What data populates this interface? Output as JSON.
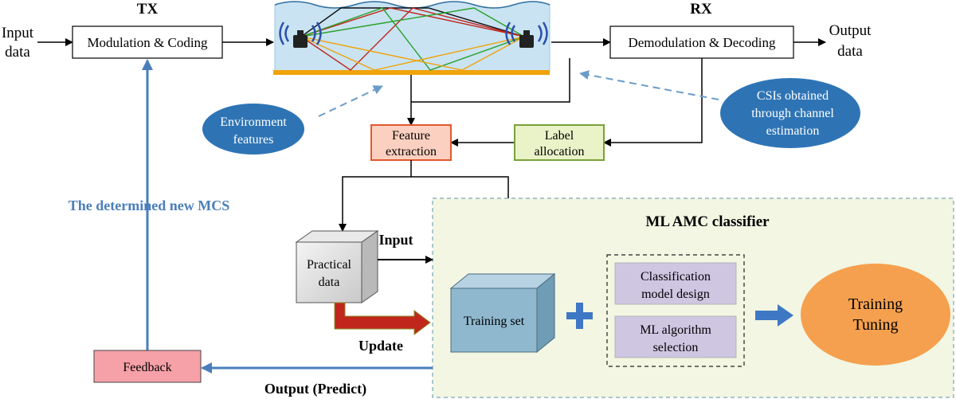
{
  "labels": {
    "tx": "TX",
    "rx": "RX",
    "input_data_line1": "Input",
    "input_data_line2": "data",
    "output_data_line1": "Output",
    "output_data_line2": "data",
    "modulation_coding": "Modulation & Coding",
    "demodulation_decoding": "Demodulation & Decoding",
    "environment_features_line1": "Environment",
    "environment_features_line2": "features",
    "csi_line1": "CSIs obtained",
    "csi_line2": "through channel",
    "csi_line3": "estimation",
    "feature_extraction_line1": "Feature",
    "feature_extraction_line2": "extraction",
    "label_allocation_line1": "Label",
    "label_allocation_line2": "allocation",
    "determined_mcs": "The determined new MCS",
    "ml_amc_classifier": "ML AMC classifier",
    "input_arrow": "Input",
    "practical_data_line1": "Practical",
    "practical_data_line2": "data",
    "update": "Update",
    "training_set": "Training set",
    "plus": "+",
    "classification_model_line1": "Classification",
    "classification_model_line2": "model design",
    "ml_algorithm_line1": "ML algorithm",
    "ml_algorithm_line2": "selection",
    "training_line1": "Training",
    "training_line2": "Tuning",
    "feedback": "Feedback",
    "output_predict": "Output (Predict)"
  },
  "colors": {
    "water": "#c9e3f2",
    "seabed": "#f0a30a",
    "ellipse_blue": "#2e74b5",
    "mcs_text": "#4a7ebb",
    "feature_fill": "#fbd0c0",
    "feature_border": "#e2572c",
    "label_fill": "#eaf3c8",
    "label_border": "#77a23a",
    "classifier_fill": "#f2f6e2",
    "training_set_fill": "#8fb8cf",
    "lavender": "#cfc6e2",
    "orange_ellipse": "#f5a04f",
    "feedback_fill": "#f6a0a8",
    "update_arrow": "#c0261c"
  }
}
